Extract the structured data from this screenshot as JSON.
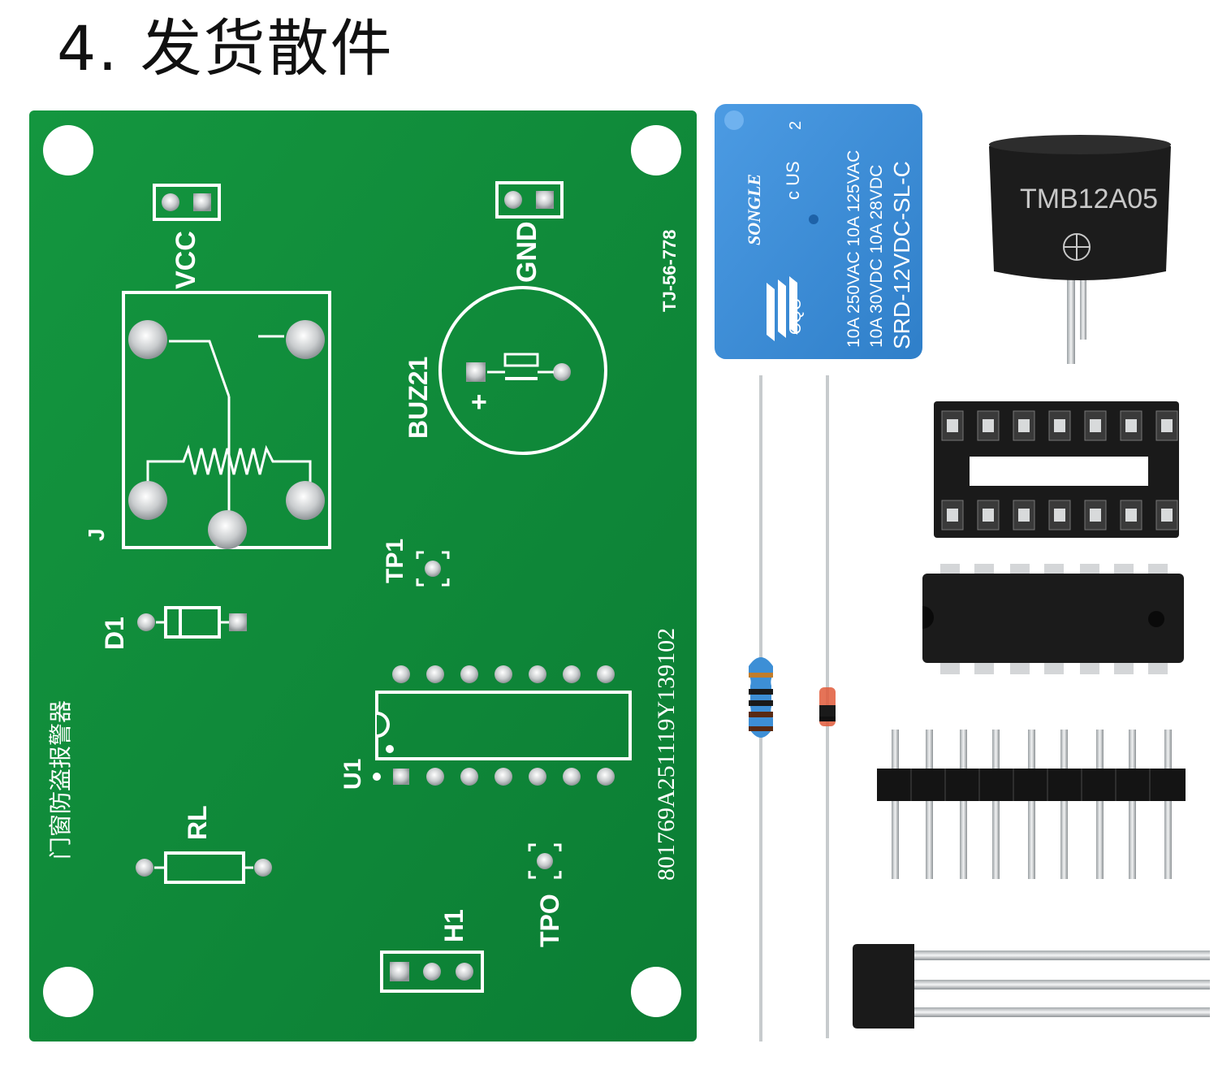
{
  "title": "4. 发货散件",
  "pcb": {
    "labels": {
      "vcc": "VCC",
      "gnd": "GND",
      "board_id": "TJ-56-778",
      "buzzer": "BUZ21",
      "relay": "J",
      "tp1": "TP1",
      "diode": "D1",
      "ic": "U1",
      "resistor": "RL",
      "tp0": "TPO",
      "header": "H1",
      "serial": "801769A251119Y139102",
      "product_name": "门窗防盗报警器",
      "plus": "+"
    }
  },
  "relay": {
    "brand": "SONGLE",
    "line1": "10A 250VAC  10A 125VAC",
    "line2": "10A  30VDC  10A  28VDC",
    "model": "SRD-12VDC-SL-C",
    "cert": "CQC",
    "us": "c US",
    "num": "2"
  },
  "buzzer": {
    "model": "TMB12A05"
  },
  "colors": {
    "pcb_green": "#0e8a3a",
    "relay_blue": "#3d8fd9",
    "component_black": "#1a1a1a",
    "silkscreen": "#ffffff"
  }
}
